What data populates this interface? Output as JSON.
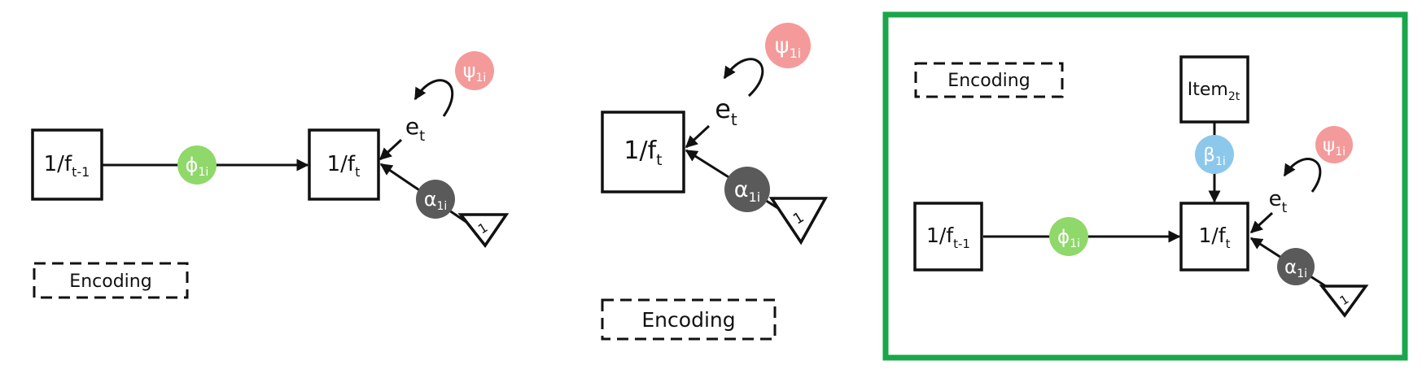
{
  "colors": {
    "phi": "#8fd86a",
    "psi": "#f49a9a",
    "alpha": "#5a5a5a",
    "beta": "#8cc8ec",
    "highlight": "#1aa64a",
    "stroke": "#111111"
  },
  "panels": [
    {
      "id": "left",
      "prev_node": {
        "main": "1/f",
        "sub": "t-1"
      },
      "current_node": {
        "main": "1/f",
        "sub": "t"
      },
      "phi": {
        "main": "ϕ",
        "sub": "1i"
      },
      "error": {
        "main": "e",
        "sub": "t"
      },
      "psi": {
        "main": "ψ",
        "sub": "1i"
      },
      "alpha": {
        "main": "α",
        "sub": "1i"
      },
      "triangle": "1",
      "encoding": "Encoding"
    },
    {
      "id": "middle",
      "current_node": {
        "main": "1/f",
        "sub": "t"
      },
      "error": {
        "main": "e",
        "sub": "t"
      },
      "psi": {
        "main": "ψ",
        "sub": "1i"
      },
      "alpha": {
        "main": "α",
        "sub": "1i"
      },
      "triangle": "1",
      "encoding": "Encoding"
    },
    {
      "id": "right",
      "highlighted": true,
      "prev_node": {
        "main": "1/f",
        "sub": "t-1"
      },
      "current_node": {
        "main": "1/f",
        "sub": "t"
      },
      "item": {
        "main": "Item",
        "sub": "2t"
      },
      "beta": {
        "main": "β",
        "sub": "1i"
      },
      "phi": {
        "main": "ϕ",
        "sub": "1i"
      },
      "error": {
        "main": "e",
        "sub": "t"
      },
      "psi": {
        "main": "ψ",
        "sub": "1i"
      },
      "alpha": {
        "main": "α",
        "sub": "1i"
      },
      "triangle": "1",
      "encoding": "Encoding"
    }
  ]
}
